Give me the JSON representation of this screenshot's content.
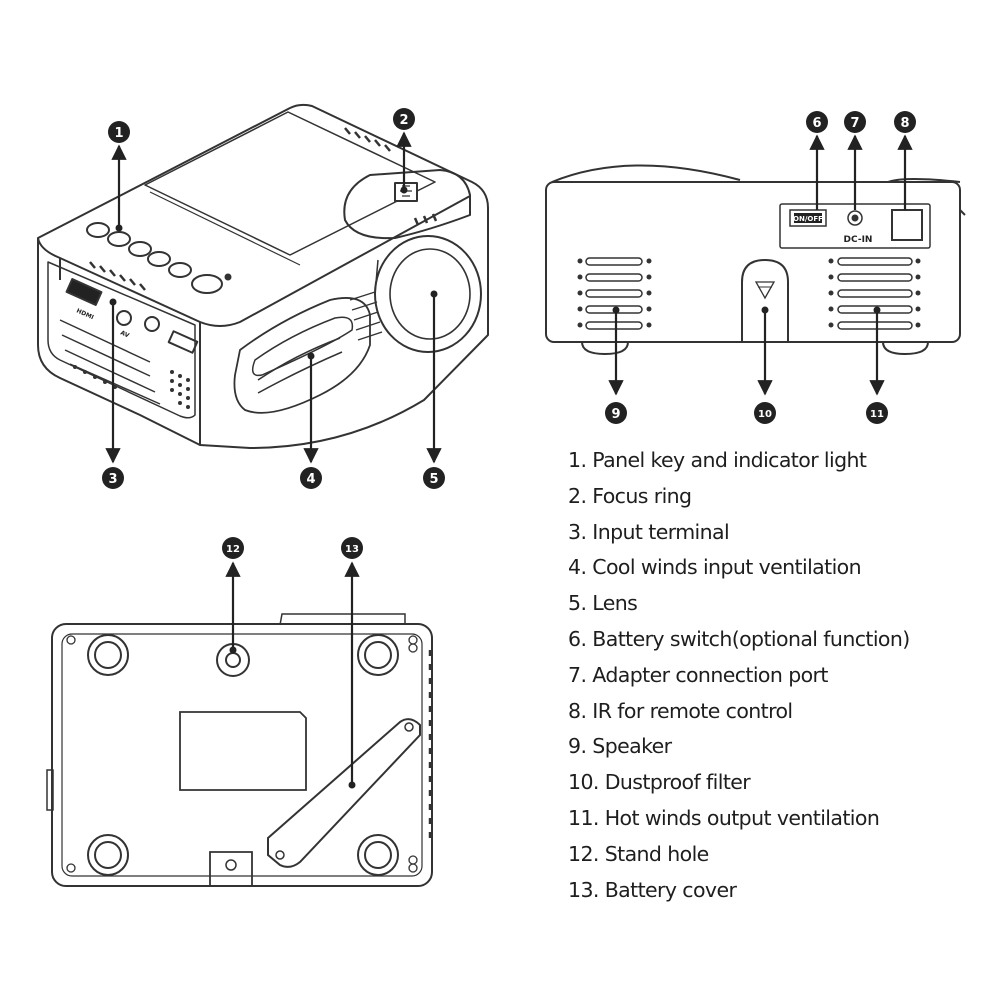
{
  "legend": [
    "1. Panel key and indicator light",
    "2. Focus ring",
    "3. Input terminal",
    "4. Cool winds input ventilation",
    "5. Lens",
    "6. Battery switch(optional function)",
    "7. Adapter connection port",
    "8. IR for remote control",
    "9. Speaker",
    "10. Dustproof filter",
    "11. Hot winds output ventilation",
    "12. Stand hole",
    "13. Battery cover"
  ],
  "callouts": [
    "1",
    "2",
    "3",
    "4",
    "5",
    "6",
    "7",
    "8",
    "9",
    "10",
    "11",
    "12",
    "13"
  ],
  "device_labels": {
    "switch": "ON/OFF",
    "dc": "DC-IN",
    "hdmi": "HDMI",
    "av": "AV"
  }
}
